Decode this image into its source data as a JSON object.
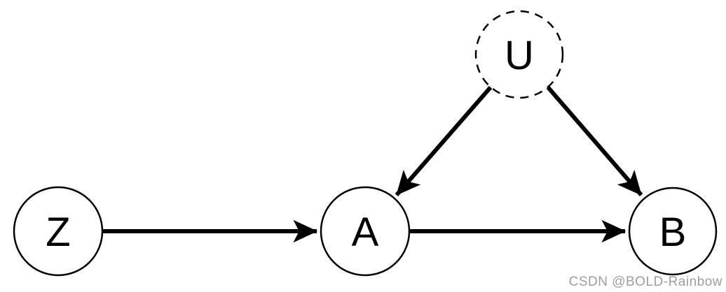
{
  "diagram": {
    "type": "directed-graph",
    "colors": {
      "node_fill": "#ffffff",
      "stroke": "#000000",
      "background": "#ffffff"
    },
    "nodes": [
      {
        "id": "Z",
        "label": "Z",
        "border": "solid"
      },
      {
        "id": "A",
        "label": "A",
        "border": "solid"
      },
      {
        "id": "B",
        "label": "B",
        "border": "solid"
      },
      {
        "id": "U",
        "label": "U",
        "border": "dashed"
      }
    ],
    "edges": [
      {
        "from": "Z",
        "to": "A"
      },
      {
        "from": "A",
        "to": "B"
      },
      {
        "from": "U",
        "to": "A"
      },
      {
        "from": "U",
        "to": "B"
      }
    ]
  },
  "watermark": {
    "text": "CSDN @BOLD-Rainbow",
    "color": "#9e9e9e"
  }
}
